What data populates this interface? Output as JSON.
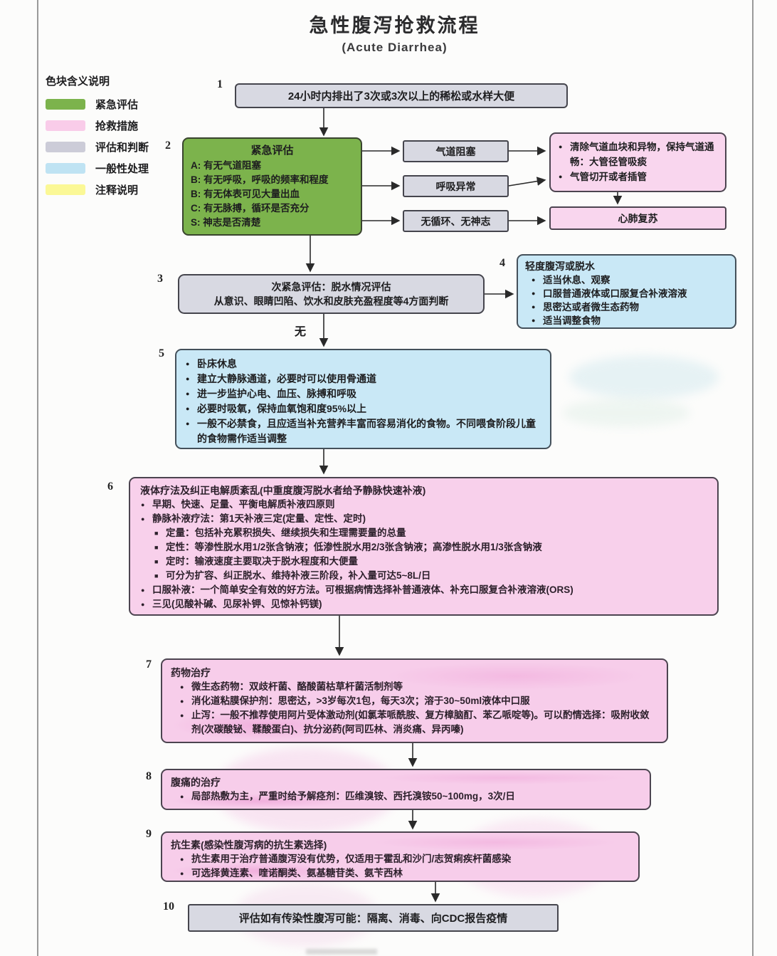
{
  "title": "急性腹泻抢救流程",
  "subtitle": "(Acute Diarrhea)",
  "palette": {
    "emergency_green": "#7cb34c",
    "rescue_pink": "#f9cce9",
    "judgment_gray": "#ccccd8",
    "general_blue": "#bfe3f3",
    "note_yellow": "#fbf896",
    "border_dark": "#45454d",
    "arrow": "#2a2a2a"
  },
  "legend": {
    "title": "色块含义说明",
    "items": [
      {
        "label": "紧急评估",
        "color": "#7cb34c"
      },
      {
        "label": "抢救措施",
        "color": "#f9cce9"
      },
      {
        "label": "评估和判断",
        "color": "#ccccd8"
      },
      {
        "label": "一般性处理",
        "color": "#bfe3f3"
      },
      {
        "label": "注释说明",
        "color": "#fbf896"
      }
    ]
  },
  "labels": {
    "no": "无"
  },
  "nodes": {
    "n1": {
      "num": "1",
      "text": "24小时内排出了3次或3次以上的稀松或水样大便"
    },
    "n2": {
      "num": "2",
      "title": "紧急评估",
      "lines": [
        "A: 有无气道阻塞",
        "B: 有无呼吸，呼吸的频率和程度",
        "B: 有无体表可见大量出血",
        "C: 有无脉搏，循环是否充分",
        "S: 神志是否清楚"
      ]
    },
    "airway": {
      "text": "气道阻塞"
    },
    "breath": {
      "text": "呼吸异常"
    },
    "nocirc": {
      "text": "无循环、无神志"
    },
    "airway_rescue": {
      "bullets": [
        "清除气道血块和异物，保持气道通畅：大管径管吸痰",
        "气管切开或者插管"
      ]
    },
    "cpr": {
      "text": "心肺复苏"
    },
    "n3": {
      "num": "3",
      "line1": "次紧急评估：脱水情况评估",
      "line2": "从意识、眼睛凹陷、饮水和皮肤充盈程度等4方面判断"
    },
    "n4": {
      "num": "4",
      "title": "轻度腹泻或脱水",
      "bullets": [
        "适当休息、观察",
        "口服普通液体或口服复合补液溶液",
        "思密达或者微生态药物",
        "适当调整食物"
      ]
    },
    "n5": {
      "num": "5",
      "bullets": [
        "卧床休息",
        "建立大静脉通道，必要时可以使用骨通道",
        "进一步监护心电、血压、脉搏和呼吸",
        "必要时吸氧，保持血氧饱和度95%以上",
        "一般不必禁食，且应适当补充营养丰富而容易消化的食物。不同喂食阶段儿童的食物需作适当调整"
      ]
    },
    "n6": {
      "num": "6",
      "title": "液体疗法及纠正电解质紊乱(中重度腹泻脱水者给予静脉快速补液)",
      "b1": "早期、快速、足量、平衡电解质补液四原则",
      "b2": "静脉补液疗法：第1天补液三定(定量、定性、定时)",
      "s1": "定量：包括补充累积损失、继续损失和生理需要量的总量",
      "s2": "定性：等渗性脱水用1/2张含钠液；低渗性脱水用2/3张含钠液；高渗性脱水用1/3张含钠液",
      "s3": "定时：输液速度主要取决于脱水程度和大便量",
      "s4": "可分为扩容、纠正脱水、维持补液三阶段，补入量可达5~8L/日",
      "b3": "口服补液：一个简单安全有效的好方法。可根据病情选择补普通液体、补充口服复合补液溶液(ORS)",
      "b4": "三见(见酸补碱、见尿补钾、见惊补钙镁)"
    },
    "n7": {
      "num": "7",
      "title": "药物治疗",
      "bullets": [
        "微生态药物：双歧杆菌、酪酸菌枯草杆菌活制剂等",
        "消化道粘膜保护剂：思密达，>3岁每次1包，每天3次；溶于30~50ml液体中口服",
        "止泻：一般不推荐使用阿片受体激动剂(如氯苯哌酰胺、复方樟脑酊、苯乙哌啶等)。可以酌情选择：吸附收敛剂(次碳酸铋、鞣酸蛋白)、抗分泌药(阿司匹林、消炎痛、异丙嗪)"
      ]
    },
    "n8": {
      "num": "8",
      "title": "腹痛的治疗",
      "bullets": [
        "局部热敷为主，严重时给予解痉剂：匹维溴铵、西托溴铵50~100mg，3次/日"
      ]
    },
    "n9": {
      "num": "9",
      "title": "抗生素(感染性腹泻病的抗生素选择)",
      "bullets": [
        "抗生素用于治疗普通腹泻没有优势，仅适用于霍乱和沙门/志贺痢疾杆菌感染",
        "可选择黄连素、喹诺酮类、氨基糖苷类、氨苄西林"
      ]
    },
    "n10": {
      "num": "10",
      "text": "评估如有传染性腹泻可能：隔离、消毒、向CDC报告疫情"
    }
  }
}
